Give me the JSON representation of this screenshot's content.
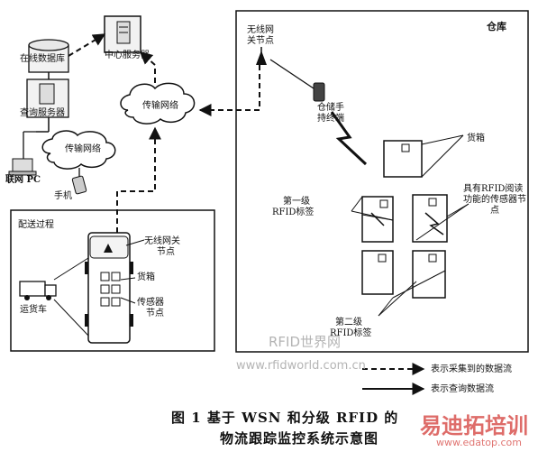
{
  "labels": {
    "warehouse": "仓库",
    "gateway_top_line1": "无线网",
    "gateway_top_line2": "关节点",
    "handheld_line1": "仓储手",
    "handheld_line2": "持终端",
    "goods_box": "货箱",
    "sensor_node_line1": "具有RFID阅读",
    "sensor_node_line2": "功能的传感器节",
    "sensor_node_line3": "点",
    "tag_level1_line1": "第一级",
    "tag_level1_line2": "RFID标签",
    "tag_level2_line1": "第二级",
    "tag_level2_line2": "RFID标签",
    "central_server": "中心服务器",
    "online_db": "在线数据库",
    "query_server": "查询服务器",
    "network_top": "传输网络",
    "network_left": "传输网络",
    "pc": "联网 PC",
    "phone": "手机",
    "delivery": "配送过程",
    "truck": "运货车",
    "gateway_truck_line1": "无线网关",
    "gateway_truck_line2": "节点",
    "goods_truck": "货箱",
    "sensor_truck_line1": "传感器",
    "sensor_truck_line2": "节点"
  },
  "legend": {
    "collected_flow": "表示采集到的数据流",
    "query_flow": "表示查询数据流"
  },
  "caption": {
    "line1": "图 1   基于 WSN 和分级 RFID 的",
    "line2": "物流跟踪监控系统示意图"
  },
  "watermarks": {
    "rfid_world": "RFID世界网",
    "rfid_url": "www.rfidworld.com.cn",
    "edatop_brand": "易迪拓培训",
    "edatop_url": "www.edatop.com"
  },
  "colors": {
    "line": "#111111",
    "watermark_gray": "#b4b4b4",
    "watermark_red": "#d9534f"
  }
}
